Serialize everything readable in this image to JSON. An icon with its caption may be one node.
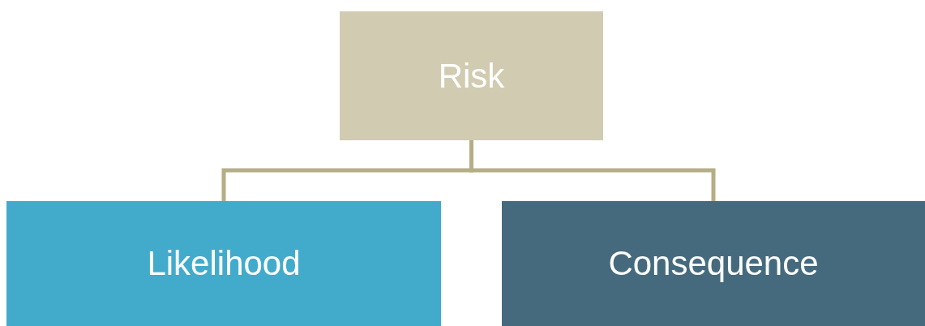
{
  "diagram": {
    "nodes": [
      {
        "text": [
          "Risk"
        ]
      },
      {
        "text": [
          "Likelihood"
        ]
      },
      {
        "text": [
          "Consequence"
        ]
      }
    ],
    "edges": [
      {
        "from": 0,
        "to": 1,
        "arrow": "none"
      },
      {
        "from": 0,
        "to": 2,
        "arrow": "none"
      }
    ]
  }
}
